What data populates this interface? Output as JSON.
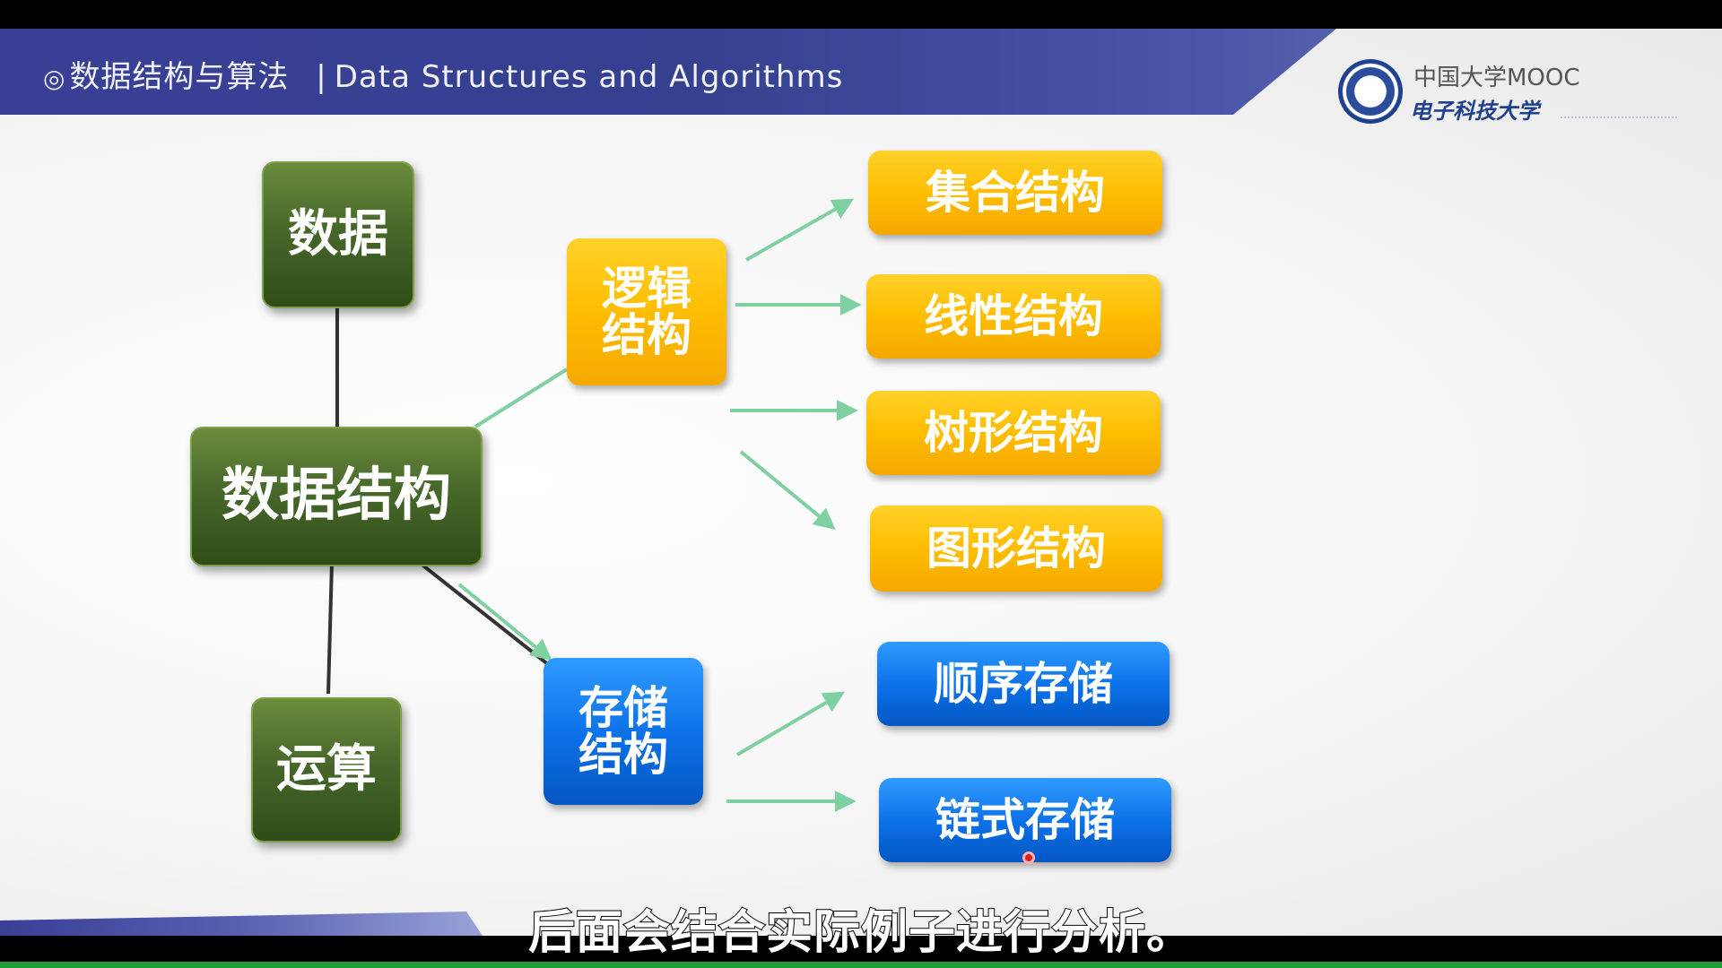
{
  "header": {
    "title_cn": "数据结构与算法",
    "title_sep": "|",
    "title_en": "Data Structures and Algorithms",
    "circle_glyph": "◎"
  },
  "logo": {
    "mooc": "中国大学MOOC",
    "university": "电子科技大学"
  },
  "diagram": {
    "root": "数据结构",
    "top": "数据",
    "bottom": "运算",
    "logical": "逻辑\n结构",
    "storage": "存储\n结构",
    "logical_children": [
      "集合结构",
      "线性结构",
      "树形结构",
      "图形结构"
    ],
    "storage_children": [
      "顺序存储",
      "链式存储"
    ]
  },
  "subtitle": "后面会结合实际例子进行分析。",
  "colors": {
    "green": "#47682a",
    "orange": "#ffbd00",
    "blue": "#0b6fe6",
    "arrow": "#7fd0a0",
    "banner": "#3a3f96"
  }
}
